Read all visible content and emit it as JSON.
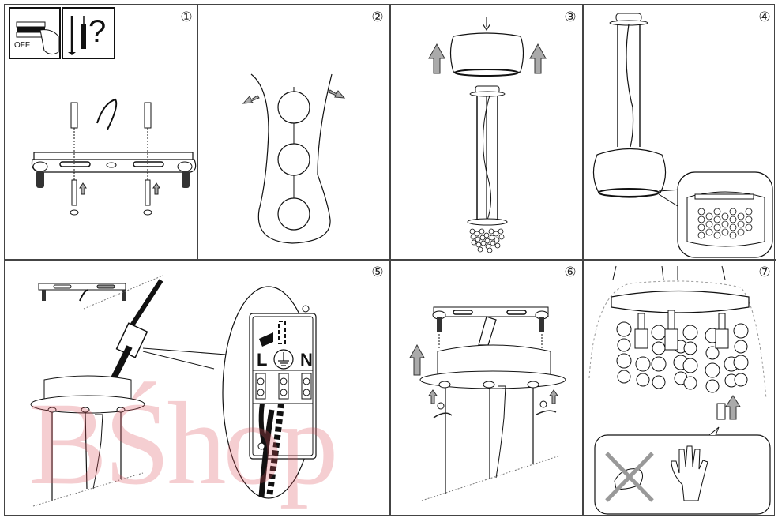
{
  "document": {
    "type": "assembly-instructions",
    "steps": [
      {
        "number": "1",
        "symbol": "①",
        "description": "Switch power off, check fixings, mount bracket with screws and wall plugs"
      },
      {
        "number": "2",
        "symbol": "②",
        "description": "Unpack crystal strands from protective sleeve"
      },
      {
        "number": "3",
        "symbol": "③",
        "description": "Lift glass shade onto lamp body"
      },
      {
        "number": "4",
        "symbol": "④",
        "description": "Assembled pendant with detail of crystal strands"
      },
      {
        "number": "5",
        "symbol": "⑤",
        "description": "Connect wires to terminal block"
      },
      {
        "number": "6",
        "symbol": "⑥",
        "description": "Fix canopy to mounting bracket"
      },
      {
        "number": "7",
        "symbol": "⑦",
        "description": "Insert bulbs wearing gloves"
      }
    ],
    "safety_panel": {
      "switch_label": "OFF",
      "question_mark": "?"
    },
    "terminal_labels": {
      "live": "L",
      "neutral": "N",
      "earth_icon": "ground-symbol"
    },
    "watermark": "BŚhop",
    "colors": {
      "line": "#222222",
      "arrow_fill": "#aaaaaa",
      "watermark": "#dc505a",
      "border": "#444444"
    }
  }
}
